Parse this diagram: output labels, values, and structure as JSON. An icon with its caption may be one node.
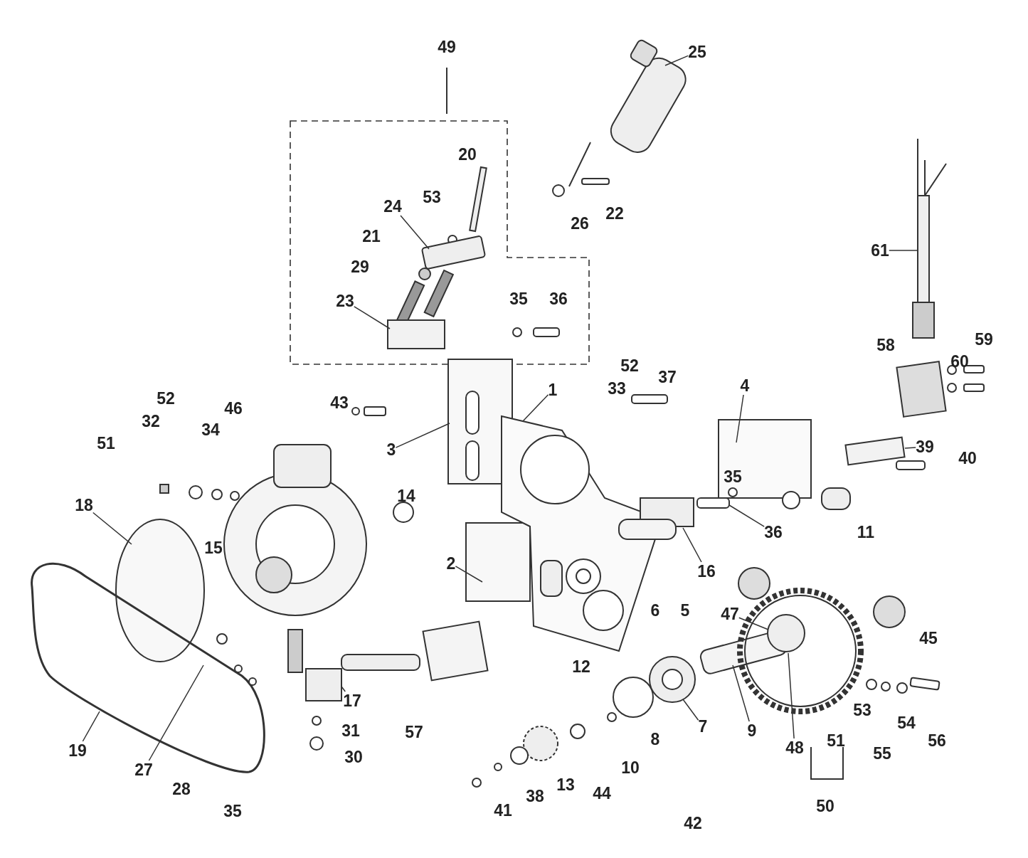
{
  "diagram": {
    "nodes": [
      {
        "text": [
          "25"
        ]
      },
      {
        "text": [
          "24"
        ]
      },
      {
        "text": [
          "61"
        ]
      },
      {
        "text": [
          "23"
        ]
      },
      {
        "text": [
          "1"
        ]
      },
      {
        "text": [
          "4"
        ]
      },
      {
        "text": [
          "3"
        ]
      },
      {
        "text": [
          "39"
        ]
      },
      {
        "text": [
          "18"
        ]
      },
      {
        "text": [
          "36"
        ]
      },
      {
        "text": [
          "16"
        ]
      },
      {
        "text": [
          "2"
        ]
      },
      {
        "text": [
          "47"
        ]
      },
      {
        "text": [
          "17"
        ]
      },
      {
        "text": [
          "9"
        ]
      },
      {
        "text": [
          "48"
        ]
      },
      {
        "text": [
          "19"
        ]
      },
      {
        "text": [
          "27"
        ]
      },
      {
        "text": [
          "7"
        ]
      }
    ],
    "edges": [
      {
        "from": 0,
        "to": null,
        "arrow": "none"
      },
      {
        "from": 1,
        "to": null,
        "arrow": "none"
      },
      {
        "from": 2,
        "to": null,
        "arrow": "none"
      },
      {
        "from": 3,
        "to": null,
        "arrow": "none"
      },
      {
        "from": 4,
        "to": null,
        "arrow": "none"
      },
      {
        "from": 5,
        "to": null,
        "arrow": "none"
      },
      {
        "from": 6,
        "to": null,
        "arrow": "none"
      },
      {
        "from": 7,
        "to": null,
        "arrow": "none"
      },
      {
        "from": 8,
        "to": null,
        "arrow": "none"
      },
      {
        "from": 9,
        "to": null,
        "arrow": "none"
      },
      {
        "from": 10,
        "to": null,
        "arrow": "none"
      },
      {
        "from": 11,
        "to": null,
        "arrow": "none"
      },
      {
        "from": 12,
        "to": null,
        "arrow": "none"
      },
      {
        "from": 13,
        "to": null,
        "arrow": "none"
      },
      {
        "from": 14,
        "to": null,
        "arrow": "none"
      },
      {
        "from": 15,
        "to": null,
        "arrow": "none"
      },
      {
        "from": 16,
        "to": null,
        "arrow": "none"
      },
      {
        "from": 17,
        "to": null,
        "arrow": "none"
      },
      {
        "from": 18,
        "to": null,
        "arrow": "none"
      }
    ],
    "labels": [
      "49",
      "20",
      "53",
      "22",
      "26",
      "21",
      "29",
      "35",
      "36",
      "59",
      "58",
      "60",
      "52",
      "37",
      "33",
      "52",
      "43",
      "46",
      "32",
      "34",
      "51",
      "40",
      "35",
      "14",
      "11",
      "15",
      "6",
      "5",
      "45",
      "12",
      "53",
      "54",
      "8",
      "31",
      "57",
      "55",
      "51",
      "56",
      "30",
      "10",
      "28",
      "50",
      "44",
      "38",
      "13",
      "41",
      "35",
      "42"
    ]
  }
}
